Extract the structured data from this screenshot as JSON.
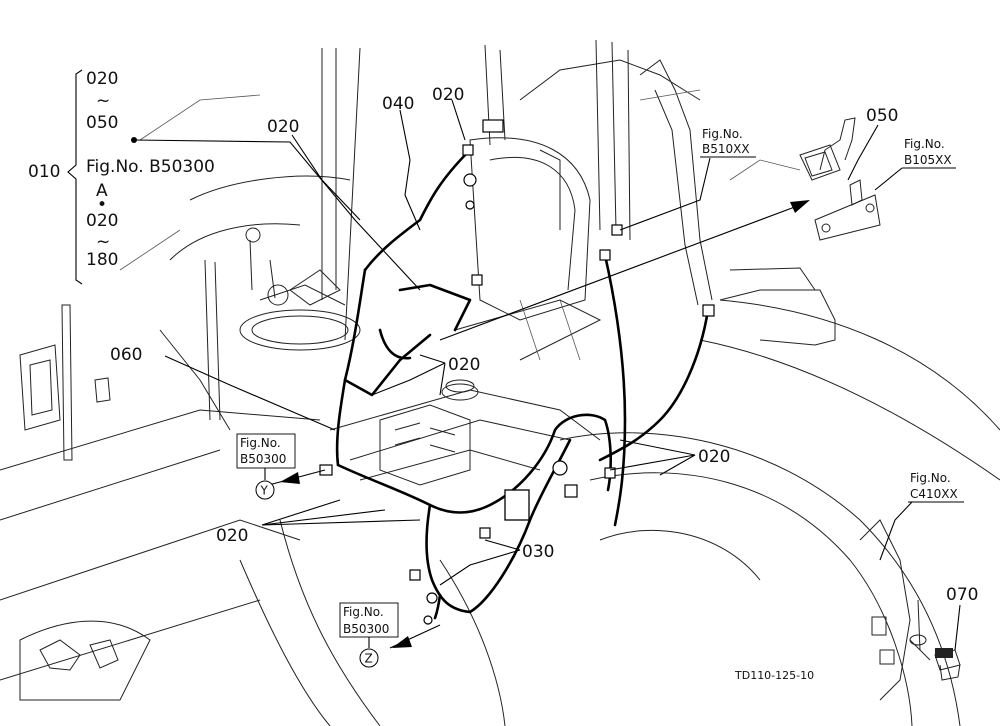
{
  "bracket_group": {
    "code": "010",
    "lines": [
      "020",
      "~",
      "050",
      "Fig.No. B50300",
      "A",
      "•",
      "020",
      "~",
      "180"
    ]
  },
  "part_labels": {
    "p020_top": "020",
    "p040": "040",
    "p020_mid": "020",
    "p060": "060",
    "p020_right": "020",
    "p020_left": "020",
    "p030": "030",
    "p050": "050",
    "p070": "070"
  },
  "figure_refs": {
    "b510": {
      "line1": "Fig.No.",
      "line2": "B510XX"
    },
    "b105": {
      "line1": "Fig.No.",
      "line2": "B105XX"
    },
    "b503_y": {
      "line1": "Fig.No.",
      "line2": "B50300",
      "marker": "Y"
    },
    "b503_z": {
      "line1": "Fig.No.",
      "line2": "B50300",
      "marker": "Z"
    },
    "c410": {
      "line1": "Fig.No.",
      "line2": "C410XX"
    }
  },
  "drawing_code": "TD110-125-10"
}
